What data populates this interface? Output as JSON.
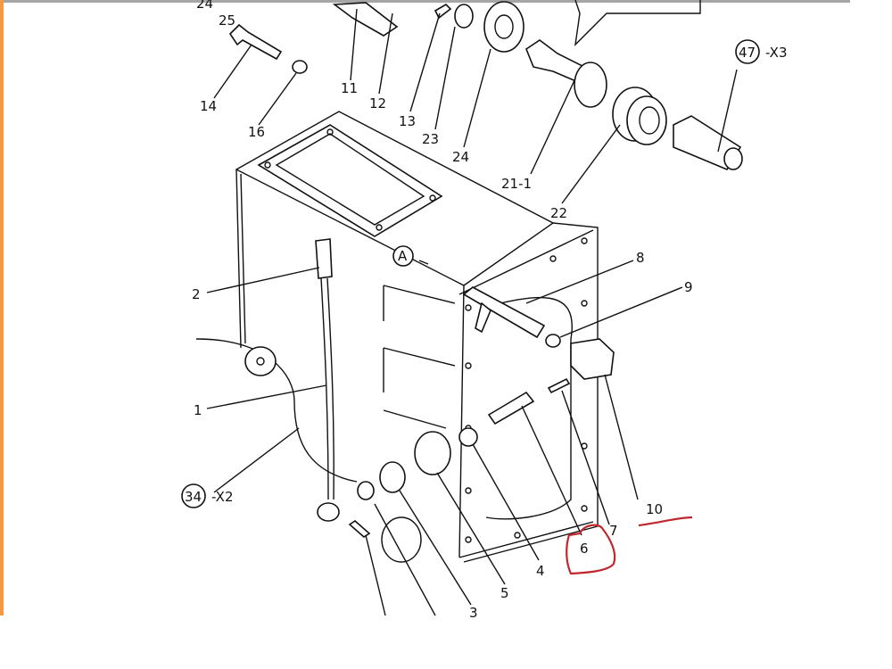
{
  "diagram": {
    "callouts": [
      "24",
      "25",
      "14",
      "16",
      "11",
      "12",
      "13",
      "23",
      "24",
      "21-1",
      "22",
      "8",
      "9",
      "2",
      "1",
      "10",
      "7",
      "6",
      "4",
      "5",
      "3"
    ],
    "circled": {
      "a": "A",
      "p47": "47",
      "p47_qty": "-X3",
      "p34": "34",
      "p34_qty": "-X2"
    },
    "annotation_color": "#c0282d",
    "accent_color": "#f59a44"
  }
}
